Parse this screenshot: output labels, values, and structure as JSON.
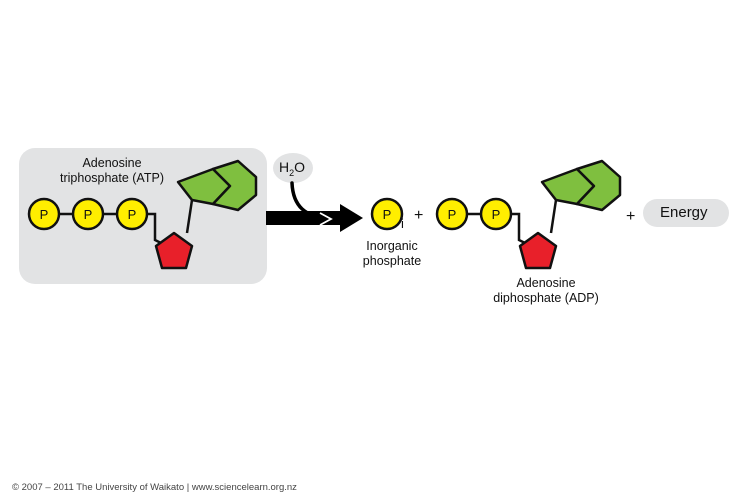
{
  "labels": {
    "atp_line1": "Adenosine",
    "atp_line2": "triphosphate (ATP)",
    "water_h": "H",
    "water_sub": "2",
    "water_o": "O",
    "phosphate_letter": "P",
    "pi_letter": "P",
    "pi_sub": "i",
    "inorganic_line1": "Inorganic",
    "inorganic_line2": "phosphate",
    "plus": "+",
    "adp_line1": "Adenosine",
    "adp_line2": "diphosphate (ADP)",
    "energy": "Energy"
  },
  "copyright": "© 2007 – 2011 The University of Waikato | www.sciencelearn.org.nz",
  "colors": {
    "phosphate": "#ffee00",
    "ribose": "#e8202a",
    "base": "#7fbf3f",
    "atp_box": "#e2e3e4",
    "energy_pill": "#e2e3e4",
    "arrow": "#000000"
  }
}
